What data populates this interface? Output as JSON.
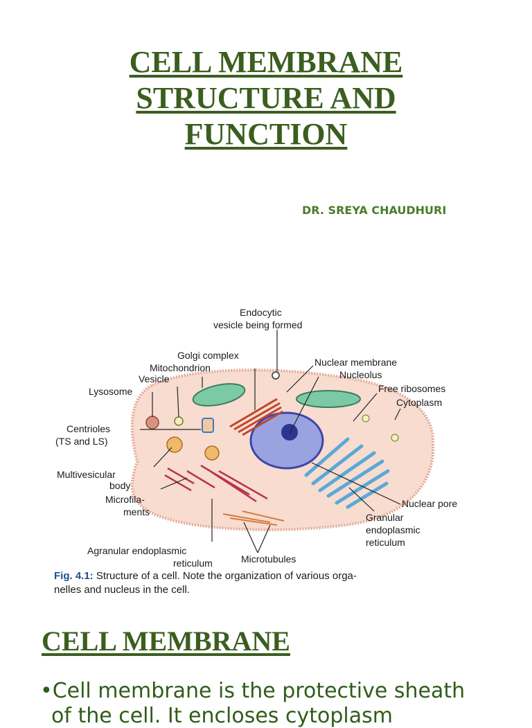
{
  "title": {
    "line1": "CELL MEMBRANE",
    "line2": "STRUCTURE AND",
    "line3": "FUNCTION"
  },
  "author": "DR. SREYA CHAUDHURI",
  "figure": {
    "labels": {
      "endocytic1": "Endocytic",
      "endocytic2": "vesicle being formed",
      "golgi": "Golgi complex",
      "mitochondrion": "Mitochondrion",
      "vesicle": "Vesicle",
      "lysosome": "Lysosome",
      "centrioles1": "Centrioles",
      "centrioles2": "(TS and LS)",
      "multivesicular1": "Multivesicular",
      "multivesicular2": "body",
      "microfila1": "Microfila-",
      "microfila2": "ments",
      "agranular1": "Agranular endoplasmic",
      "agranular2": "reticulum",
      "microtubules": "Microtubules",
      "nuclear_membrane": "Nuclear membrane",
      "nucleolus": "Nucleolus",
      "free_ribosomes": "Free ribosomes",
      "cytoplasm": "Cytoplasm",
      "nuclear_pore": "Nuclear pore",
      "granular1": "Granular",
      "granular2": "endoplasmic",
      "granular3": "reticulum"
    },
    "caption_fig": "Fig. 4.1:",
    "caption_text": "Structure of a cell. Note the organization of various orga-",
    "caption_text2": "nelles and nucleus in the cell.",
    "colors": {
      "cytoplasm": "#f7dccf",
      "membrane": "#e3a894",
      "nucleus": "#9aa3e0",
      "granular_er": "#5aa9d6",
      "mitochondria": "#7cc9a6",
      "golgi": "#c0462c"
    }
  },
  "section": {
    "heading": "CELL MEMBRANE",
    "bullet1": "•Cell membrane is the protective sheath",
    "bullet2": "of the cell. It encloses cytoplasm"
  }
}
